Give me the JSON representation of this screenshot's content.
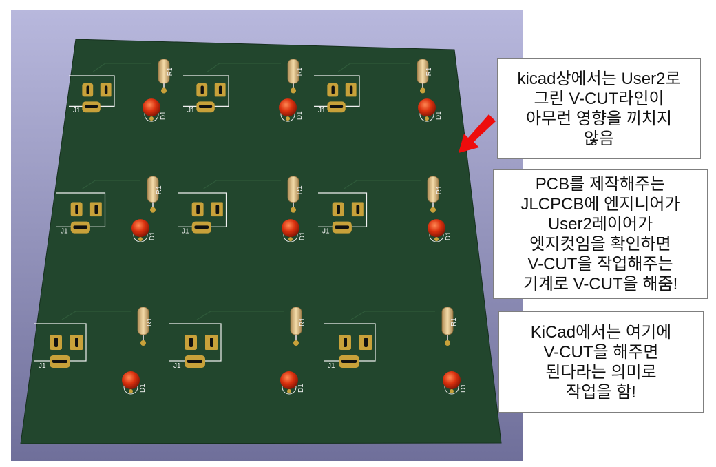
{
  "colors": {
    "board": "#22462d",
    "background_top": "#b7b7dc",
    "background_bottom": "#6f6f9a",
    "pad": "#c8a13a",
    "led": "#d9300e",
    "arrow": "#ee0c0c"
  },
  "icons": {
    "arrow": "arrow-icon"
  },
  "board": {
    "rows": [
      {
        "cells": [
          {
            "ref_r": "R1",
            "ref_d": "D1",
            "ref_j": "J1"
          },
          {
            "ref_r": "R1",
            "ref_d": "D1",
            "ref_j": "J1"
          },
          {
            "ref_r": "R1",
            "ref_d": "D1",
            "ref_j": "J1"
          }
        ]
      },
      {
        "cells": [
          {
            "ref_r": "R1",
            "ref_d": "D1",
            "ref_j": "J1"
          },
          {
            "ref_r": "R1",
            "ref_d": "D1",
            "ref_j": "J1"
          },
          {
            "ref_r": "R1",
            "ref_d": "D1",
            "ref_j": "J1"
          }
        ]
      },
      {
        "cells": [
          {
            "ref_r": "R1",
            "ref_d": "D1",
            "ref_j": "J1"
          },
          {
            "ref_r": "R1",
            "ref_d": "D1",
            "ref_j": "J1"
          },
          {
            "ref_r": "R1",
            "ref_d": "D1",
            "ref_j": "J1"
          }
        ]
      }
    ]
  },
  "notes": [
    {
      "lines": [
        "kicad상에서는 User2로",
        "그린 V-CUT라인이",
        "아무런 영향을 끼치지",
        "않음"
      ]
    },
    {
      "lines": [
        "PCB를 제작해주는",
        "JLCPCB에 엔지니어가",
        "User2레이어가",
        "엣지컷임을 확인하면",
        "V-CUT을 작업해주는",
        "기계로 V-CUT을 해줌!"
      ]
    },
    {
      "lines": [
        "KiCad에서는 여기에",
        "V-CUT을 해주면",
        "된다라는 의미로",
        "작업을 함!"
      ]
    }
  ]
}
